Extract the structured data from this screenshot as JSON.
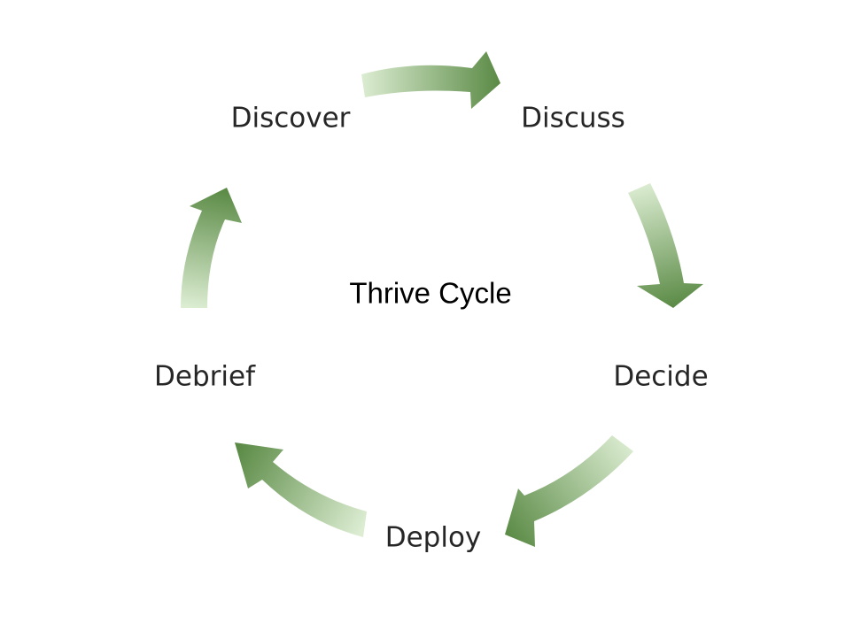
{
  "diagram": {
    "title": "Thrive Cycle",
    "steps": [
      {
        "label": "Discover"
      },
      {
        "label": "Discuss"
      },
      {
        "label": "Decide"
      },
      {
        "label": "Deploy"
      },
      {
        "label": "Debrief"
      }
    ],
    "colors": {
      "arrow_light": "#d8ebcd",
      "arrow_dark": "#5a8a45",
      "label_text": "#262626",
      "title_text": "#000000"
    }
  }
}
